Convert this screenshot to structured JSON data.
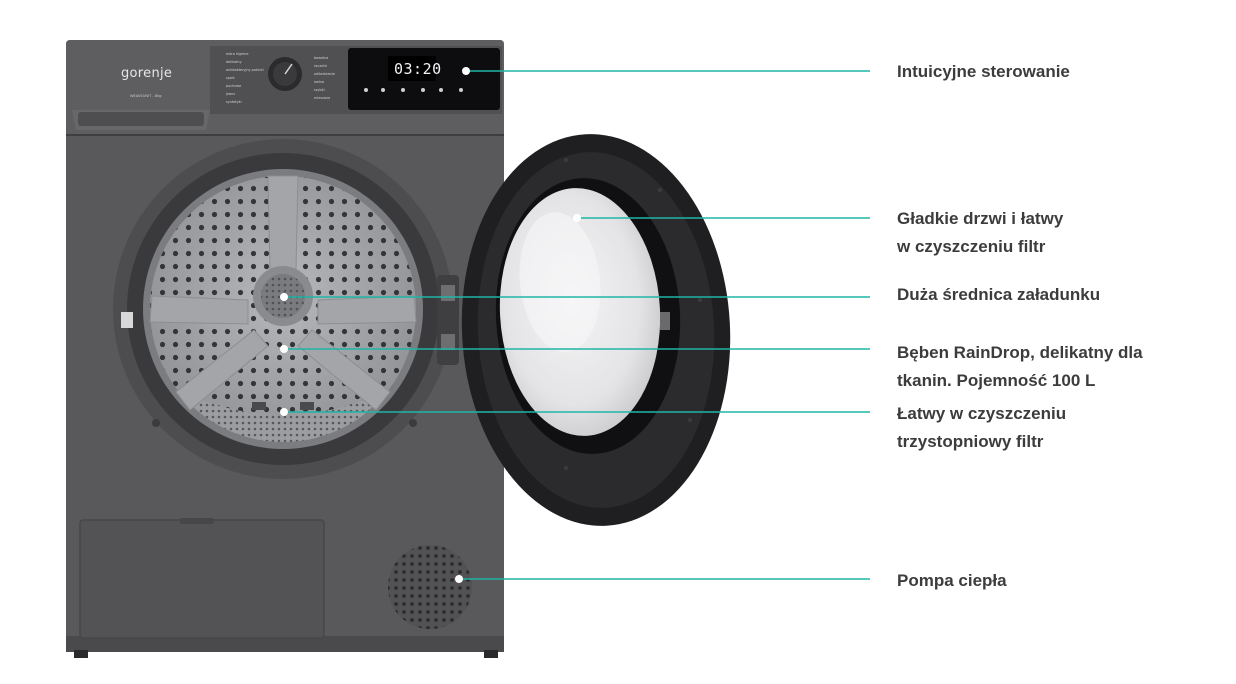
{
  "brand": {
    "logo_text": "gorenje",
    "model": "WEAVEUNIT - 8kg"
  },
  "control_panel": {
    "display_time": "03:20",
    "programs_left": [
      "extra higiene",
      "delikatny",
      "antibakteryjny pościel",
      "sport",
      "puchowe",
      "jeans",
      "syntetyki"
    ],
    "programs_right": [
      "bawełna",
      "ręczniki",
      "odświeżanie",
      "wełna",
      "szybki",
      "mieszane"
    ]
  },
  "callouts": [
    {
      "id": "controls",
      "lines": [
        "Intuicyjne sterowanie"
      ]
    },
    {
      "id": "door",
      "lines": [
        "Gładkie drzwi i łatwy",
        "w czyszczeniu filtr"
      ]
    },
    {
      "id": "opening",
      "lines": [
        "Duża średnica załadunku"
      ]
    },
    {
      "id": "drum",
      "lines": [
        "Bęben RainDrop, delikatny dla",
        "tkanin. Pojemność 100 L"
      ]
    },
    {
      "id": "filter",
      "lines": [
        "Łatwy w czyszczeniu",
        "trzystopniowy filtr"
      ]
    },
    {
      "id": "heat-pump",
      "lines": [
        "Pompa ciepła"
      ]
    }
  ],
  "colors": {
    "body": "#58585a",
    "body_dark": "#47474a",
    "drum": "#a9aaad",
    "door_ring": "#1f1f21",
    "glass": "#e8e8ea",
    "accent_line": "#1fb5a6",
    "text": "#3c3c3c",
    "display_panel": "#0d0d0f"
  }
}
